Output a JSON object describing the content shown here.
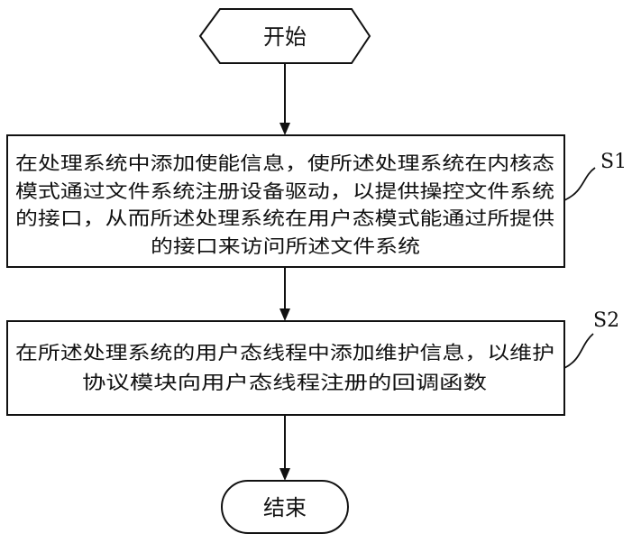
{
  "start": {
    "label": "开始"
  },
  "step1": {
    "id": "S1",
    "lines": [
      "在处理系统中添加使能信息，使所述处理系统在内核态",
      "模式通过文件系统注册设备驱动，以提供操控文件系统",
      "的接口，从而所述处理系统在用户态模式能通过所提供",
      "的接口来访问所述文件系统"
    ]
  },
  "step2": {
    "id": "S2",
    "lines": [
      "在所述处理系统的用户态线程中添加维护信息，以维护",
      "协议模块向用户态线程注册的回调函数"
    ]
  },
  "end": {
    "label": "结束"
  }
}
